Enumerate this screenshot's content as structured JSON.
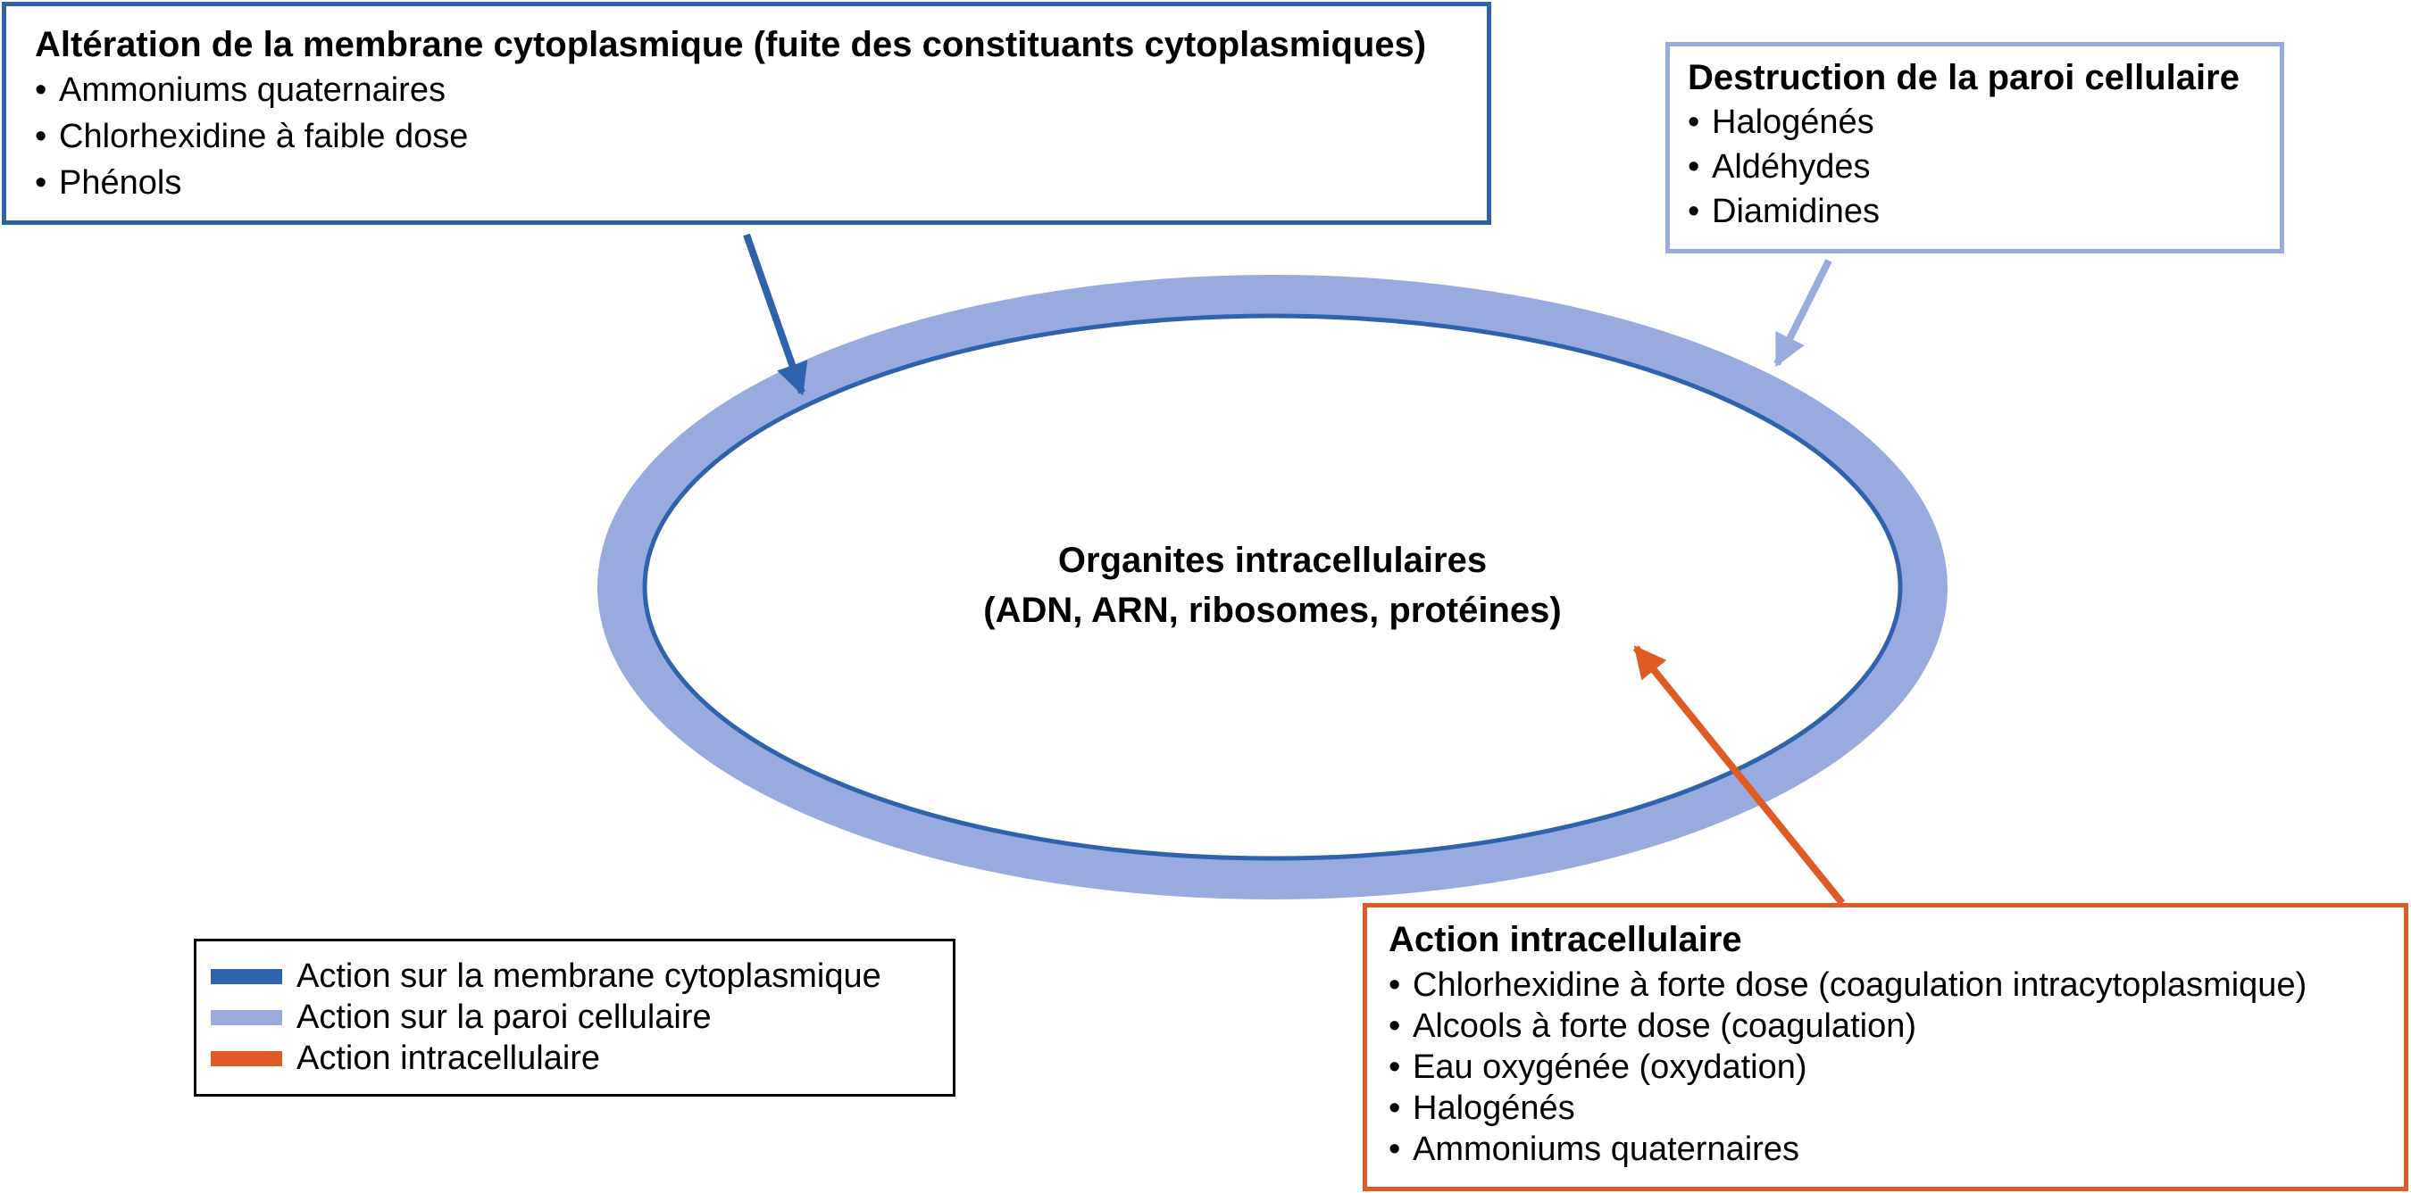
{
  "colors": {
    "membrane": "#2f62ad",
    "paroi": "#98aade",
    "intracellulaire": "#e05a25",
    "text": "#000000"
  },
  "cell": {
    "title": "Organites intracellulaires",
    "subtitle": "(ADN, ARN, ribosomes, protéines)"
  },
  "boxes": {
    "membrane": {
      "title": "Altération de la membrane cytoplasmique (fuite des constituants cytoplasmiques)",
      "items": [
        "Ammoniums quaternaires",
        "Chlorhexidine à faible dose",
        "Phénols"
      ]
    },
    "paroi": {
      "title": "Destruction de la paroi cellulaire",
      "items": [
        "Halogénés",
        "Aldéhydes",
        "Diamidines"
      ]
    },
    "intra": {
      "title": "Action intracellulaire",
      "items": [
        "Chlorhexidine à forte dose (coagulation intracytoplasmique)",
        "Alcools à forte dose (coagulation)",
        "Eau oxygénée (oxydation)",
        "Halogénés",
        "Ammoniums quaternaires"
      ]
    }
  },
  "legend": {
    "items": [
      {
        "label": "Action sur la membrane cytoplasmique",
        "color": "#2f62ad"
      },
      {
        "label": "Action sur la paroi cellulaire",
        "color": "#98aade"
      },
      {
        "label": "Action intracellulaire",
        "color": "#e05a25"
      }
    ]
  }
}
